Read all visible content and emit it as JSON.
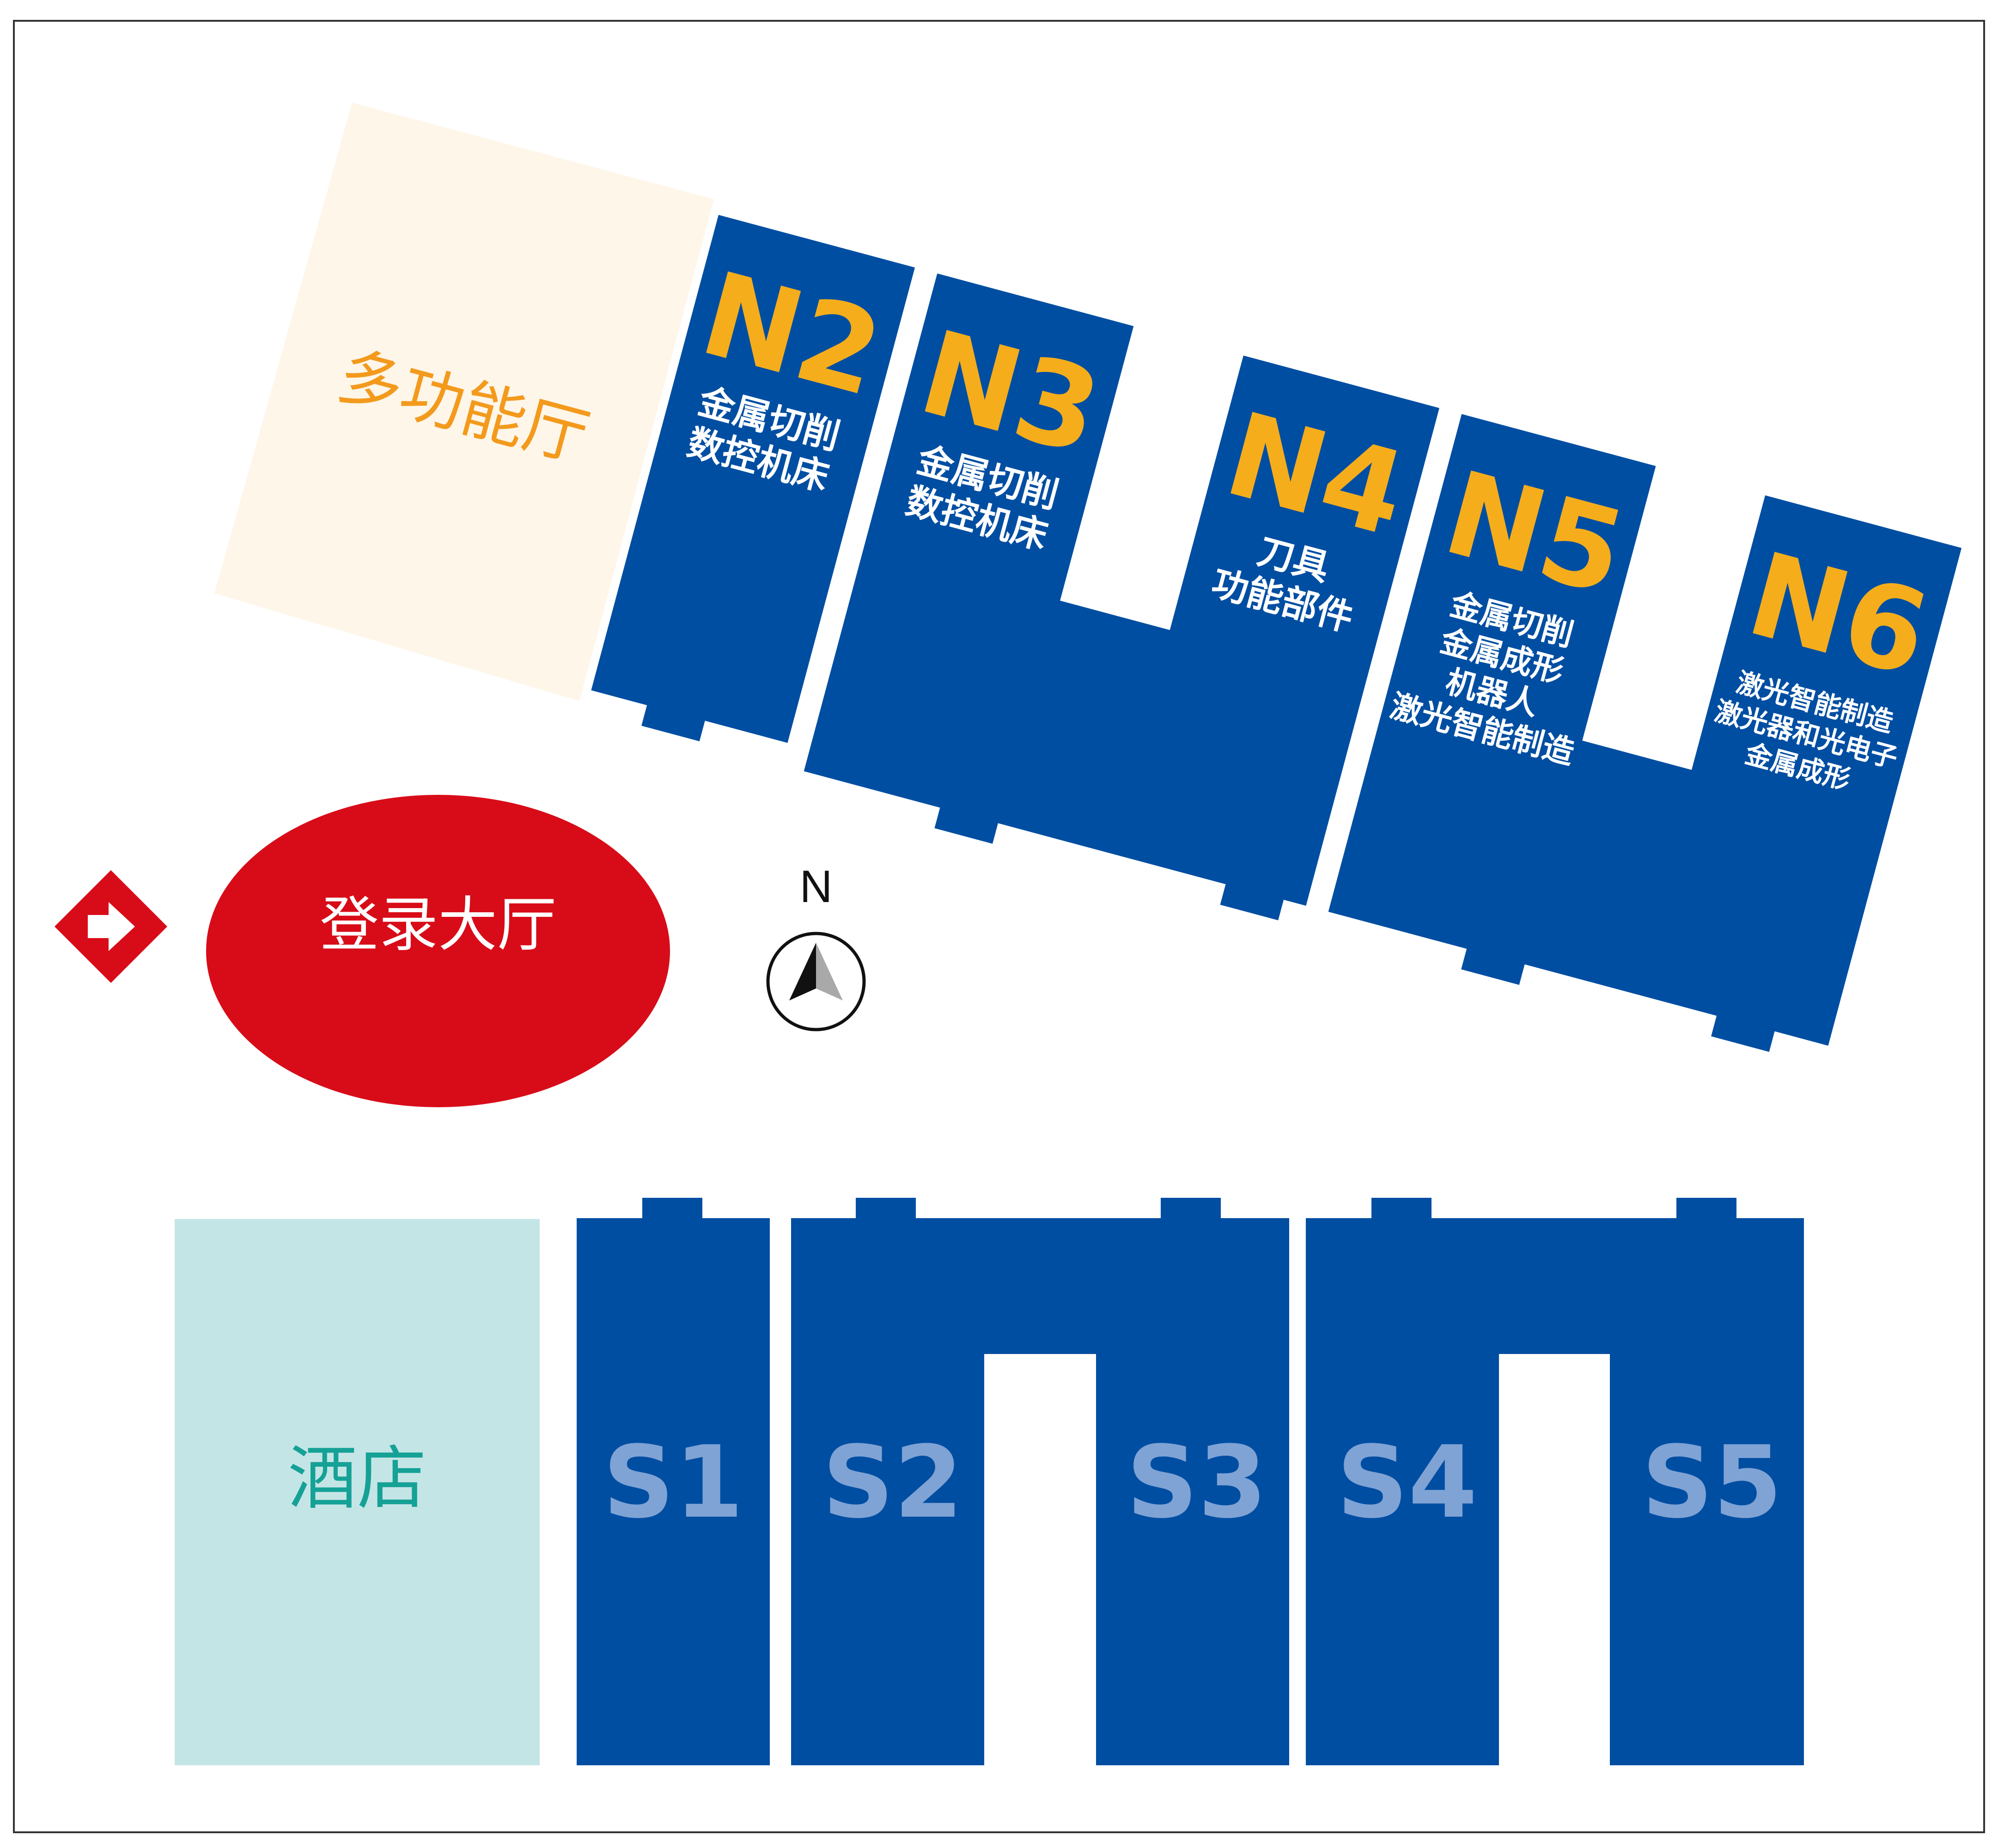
{
  "colors": {
    "hall_blue": "#004ea2",
    "hall_code": "#f5ad1b",
    "south_code": "#7fa3d5",
    "multi_bg": "#fef6e9",
    "multi_text": "#f39a1d",
    "lobby_red": "#d80c18",
    "hotel_bg": "#c4e5e6",
    "hotel_text": "#15a196",
    "frame": "#333333"
  },
  "multi_hall": {
    "label": "多功能厅"
  },
  "lobby": {
    "label": "登录大厅"
  },
  "hotel": {
    "label": "酒店"
  },
  "entrance": {
    "icon": "entrance-arrow-icon"
  },
  "compass": {
    "label": "N",
    "icon": "north-arrow-icon"
  },
  "north_halls": [
    {
      "code": "N2",
      "lines": [
        "金属切削",
        "数控机床"
      ]
    },
    {
      "code": "N3",
      "lines": [
        "金属切削",
        "数控机床"
      ]
    },
    {
      "code": "N4",
      "lines": [
        "刀具",
        "功能部件"
      ]
    },
    {
      "code": "N5",
      "lines": [
        "金属切削",
        "金属成形",
        "机器人",
        "激光智能制造"
      ]
    },
    {
      "code": "N6",
      "lines": [
        "激光智能制造",
        "激光器和光电子",
        "金属成形"
      ]
    }
  ],
  "south_halls": [
    {
      "code": "S1"
    },
    {
      "code": "S2"
    },
    {
      "code": "S3"
    },
    {
      "code": "S4"
    },
    {
      "code": "S5"
    }
  ]
}
